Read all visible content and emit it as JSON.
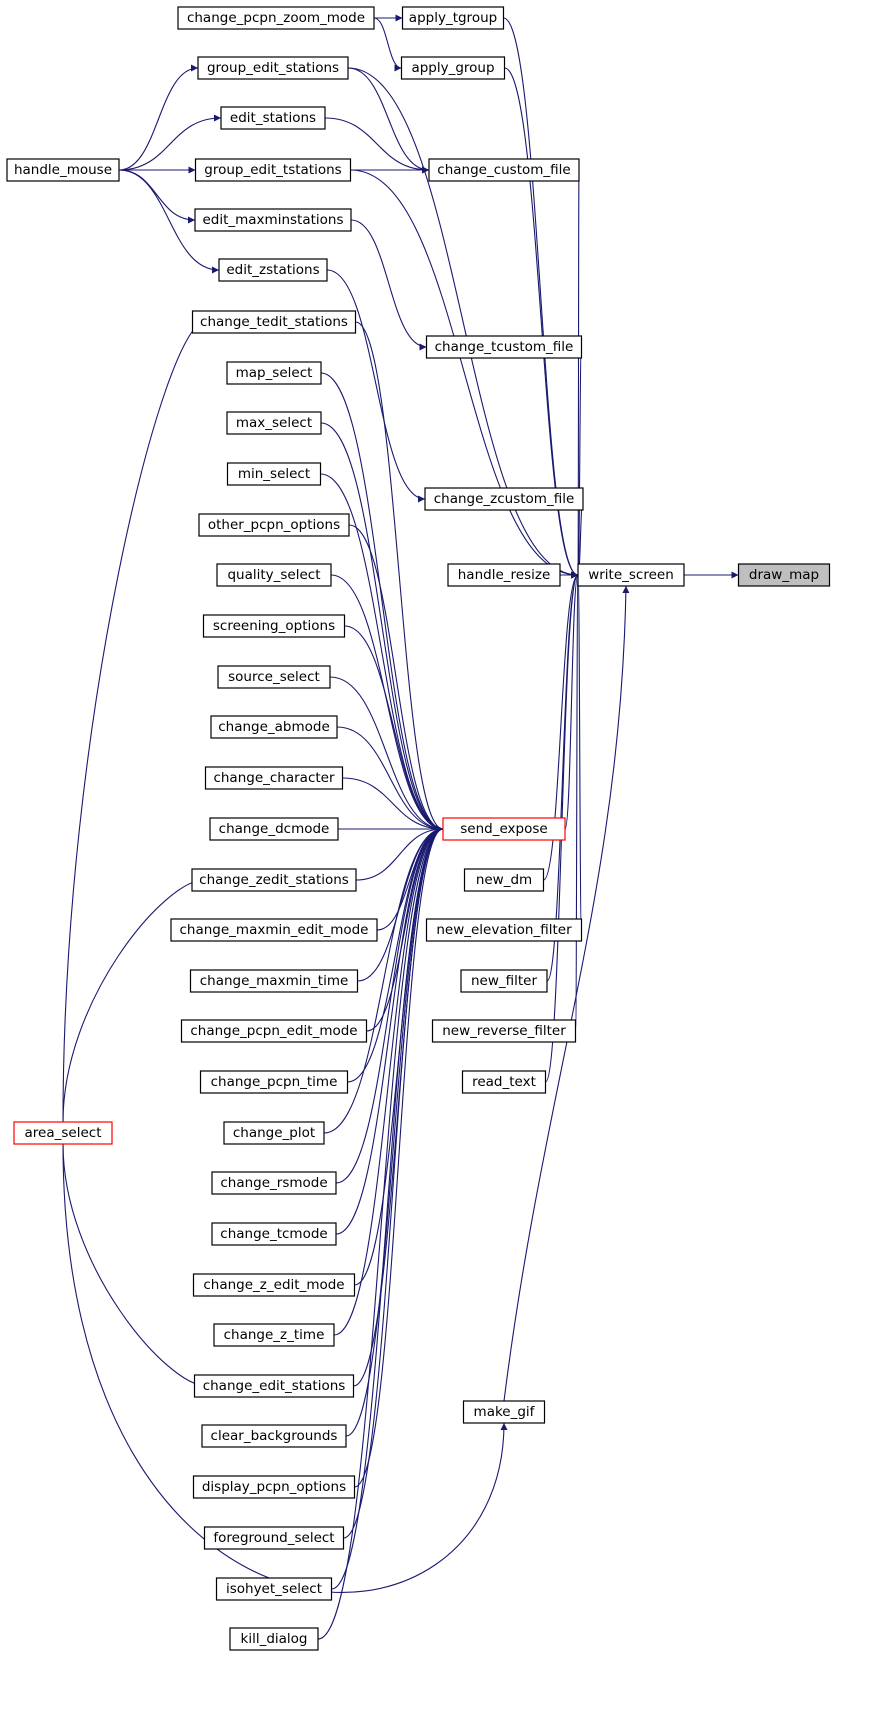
{
  "colors": {
    "edge": "#191970",
    "node_border": "#000000",
    "node_fill": "#ffffff",
    "highlight_border": "#ff0000",
    "focus_fill": "#bfbfbf"
  },
  "nodes": {
    "draw_map": "draw_map",
    "write_screen": "write_screen",
    "apply_tgroup": "apply_tgroup",
    "apply_group": "apply_group",
    "change_custom_file": "change_custom_file",
    "change_tcustom_file": "change_tcustom_file",
    "change_zcustom_file": "change_zcustom_file",
    "handle_resize": "handle_resize",
    "send_expose": "send_expose",
    "new_dm": "new_dm",
    "new_elevation_filter": "new_elevation_filter",
    "new_filter": "new_filter",
    "new_reverse_filter": "new_reverse_filter",
    "read_text": "read_text",
    "make_gif": "make_gif",
    "change_pcpn_zoom_mode": "change_pcpn_zoom_mode",
    "group_edit_stations": "group_edit_stations",
    "edit_stations": "edit_stations",
    "group_edit_tstations": "group_edit_tstations",
    "edit_maxminstations": "edit_maxminstations",
    "edit_zstations": "edit_zstations",
    "handle_mouse": "handle_mouse",
    "change_tedit_stations": "change_tedit_stations",
    "map_select": "map_select",
    "max_select": "max_select",
    "min_select": "min_select",
    "other_pcpn_options": "other_pcpn_options",
    "quality_select": "quality_select",
    "screening_options": "screening_options",
    "source_select": "source_select",
    "change_abmode": "change_abmode",
    "change_character": "change_character",
    "change_dcmode": "change_dcmode",
    "change_zedit_stations": "change_zedit_stations",
    "change_maxmin_edit_mode": "change_maxmin_edit_mode",
    "change_maxmin_time": "change_maxmin_time",
    "change_pcpn_edit_mode": "change_pcpn_edit_mode",
    "change_pcpn_time": "change_pcpn_time",
    "change_plot": "change_plot",
    "change_rsmode": "change_rsmode",
    "change_tcmode": "change_tcmode",
    "change_z_edit_mode": "change_z_edit_mode",
    "change_z_time": "change_z_time",
    "change_edit_stations": "change_edit_stations",
    "clear_backgrounds": "clear_backgrounds",
    "display_pcpn_options": "display_pcpn_options",
    "foreground_select": "foreground_select",
    "isohyet_select": "isohyet_select",
    "kill_dialog": "kill_dialog",
    "area_select": "area_select"
  },
  "edges": [
    [
      "write_screen",
      "draw_map"
    ],
    [
      "apply_tgroup",
      "write_screen"
    ],
    [
      "apply_group",
      "write_screen"
    ],
    [
      "group_edit_stations",
      "write_screen"
    ],
    [
      "change_custom_file",
      "write_screen"
    ],
    [
      "group_edit_tstations",
      "write_screen"
    ],
    [
      "change_tcustom_file",
      "write_screen"
    ],
    [
      "change_zcustom_file",
      "write_screen"
    ],
    [
      "handle_resize",
      "write_screen"
    ],
    [
      "send_expose",
      "write_screen"
    ],
    [
      "new_dm",
      "write_screen"
    ],
    [
      "new_elevation_filter",
      "write_screen"
    ],
    [
      "new_filter",
      "write_screen"
    ],
    [
      "new_reverse_filter",
      "write_screen"
    ],
    [
      "read_text",
      "write_screen"
    ],
    [
      "make_gif",
      "write_screen"
    ],
    [
      "change_pcpn_zoom_mode",
      "apply_tgroup"
    ],
    [
      "change_pcpn_zoom_mode",
      "apply_group"
    ],
    [
      "group_edit_stations",
      "change_custom_file"
    ],
    [
      "edit_stations",
      "change_custom_file"
    ],
    [
      "group_edit_tstations",
      "change_custom_file"
    ],
    [
      "edit_maxminstations",
      "change_tcustom_file"
    ],
    [
      "edit_zstations",
      "change_zcustom_file"
    ],
    [
      "handle_mouse",
      "group_edit_stations"
    ],
    [
      "handle_mouse",
      "edit_stations"
    ],
    [
      "handle_mouse",
      "group_edit_tstations"
    ],
    [
      "handle_mouse",
      "edit_maxminstations"
    ],
    [
      "handle_mouse",
      "edit_zstations"
    ],
    [
      "change_tedit_stations",
      "send_expose"
    ],
    [
      "map_select",
      "send_expose"
    ],
    [
      "max_select",
      "send_expose"
    ],
    [
      "min_select",
      "send_expose"
    ],
    [
      "other_pcpn_options",
      "send_expose"
    ],
    [
      "quality_select",
      "send_expose"
    ],
    [
      "screening_options",
      "send_expose"
    ],
    [
      "source_select",
      "send_expose"
    ],
    [
      "change_abmode",
      "send_expose"
    ],
    [
      "change_character",
      "send_expose"
    ],
    [
      "change_dcmode",
      "send_expose"
    ],
    [
      "change_zedit_stations",
      "send_expose"
    ],
    [
      "change_maxmin_edit_mode",
      "send_expose"
    ],
    [
      "change_maxmin_time",
      "send_expose"
    ],
    [
      "change_pcpn_edit_mode",
      "send_expose"
    ],
    [
      "change_pcpn_time",
      "send_expose"
    ],
    [
      "change_plot",
      "send_expose"
    ],
    [
      "change_rsmode",
      "send_expose"
    ],
    [
      "change_tcmode",
      "send_expose"
    ],
    [
      "change_z_edit_mode",
      "send_expose"
    ],
    [
      "change_z_time",
      "send_expose"
    ],
    [
      "change_edit_stations",
      "send_expose"
    ],
    [
      "clear_backgrounds",
      "send_expose"
    ],
    [
      "display_pcpn_options",
      "send_expose"
    ],
    [
      "foreground_select",
      "send_expose"
    ],
    [
      "isohyet_select",
      "send_expose"
    ],
    [
      "kill_dialog",
      "send_expose"
    ],
    [
      "area_select",
      "change_tedit_stations"
    ],
    [
      "area_select",
      "change_zedit_stations"
    ],
    [
      "area_select",
      "change_edit_stations"
    ],
    [
      "area_select",
      "make_gif"
    ]
  ]
}
